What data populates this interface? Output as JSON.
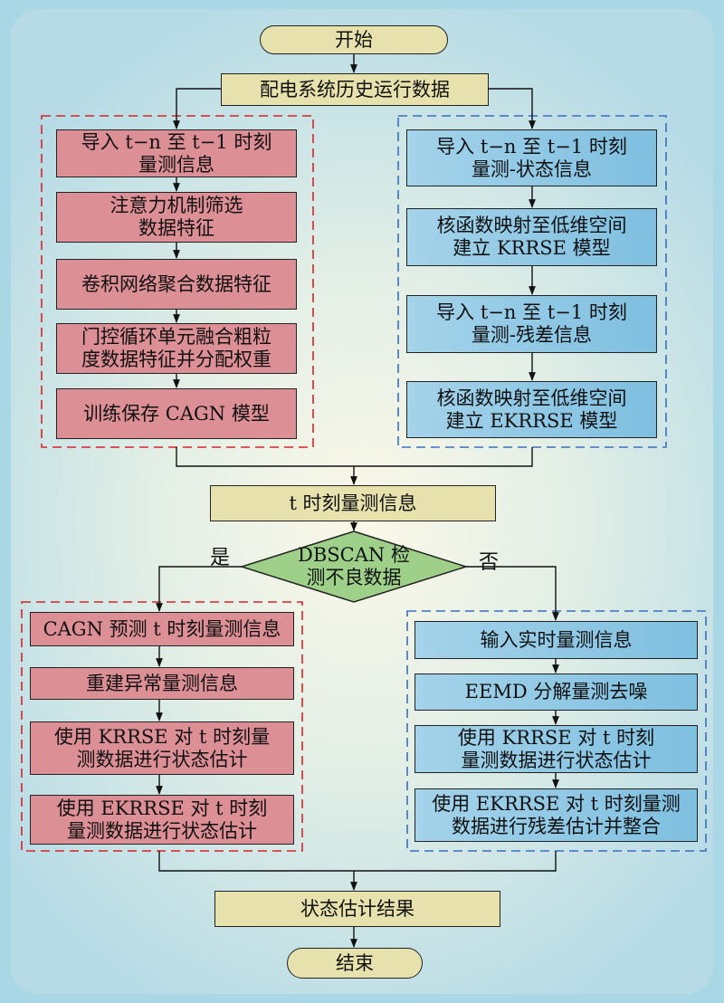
{
  "start": "开始",
  "end": "结束",
  "history": "配电系统历史运行数据",
  "left_col": [
    [
      "导入 t−n 至 t−1 时刻",
      "量测信息"
    ],
    [
      "注意力机制筛选",
      "数据特征"
    ],
    [
      "卷积网络聚合数据特征"
    ],
    [
      "门控循环单元融合粗粒",
      "度数据特征并分配权重"
    ],
    [
      "训练保存 CAGN 模型"
    ]
  ],
  "right_col": [
    [
      "导入 t−n 至 t−1 时刻",
      "量测-状态信息"
    ],
    [
      "核函数映射至低维空间",
      "建立 KRRSE 模型"
    ],
    [
      "导入 t−n 至 t−1 时刻",
      "量测-残差信息"
    ],
    [
      "核函数映射至低维空间",
      "建立 EKRRSE 模型"
    ]
  ],
  "t_info": "t 时刻量测信息",
  "decision": [
    "DBSCAN 检",
    "测不良数据"
  ],
  "yes": "是",
  "no": "否",
  "yes_col": [
    [
      "CAGN 预测 t 时刻量测信息"
    ],
    [
      "重建异常量测信息"
    ],
    [
      "使用 KRRSE 对 t 时刻量",
      "测数据进行状态估计"
    ],
    [
      "使用 EKRRSE 对 t 时刻",
      "量测数据进行状态估计"
    ]
  ],
  "no_col": [
    [
      "输入实时量测信息"
    ],
    [
      "EEMD 分解量测去噪"
    ],
    [
      "使用 KRRSE 对 t 时刻",
      "量测数据进行状态估计"
    ],
    [
      "使用 EKRRSE 对 t 时刻量测",
      "数据进行残差估计并整合"
    ]
  ],
  "result": "状态估计结果",
  "colors": {
    "red_box": "#dd8f96",
    "blue_box": "#8cc6e4",
    "beige_box": "#e7e1ad",
    "diamond": "#9fd08a",
    "red_dash": "#d8232a",
    "blue_dash": "#3a6ec0"
  }
}
